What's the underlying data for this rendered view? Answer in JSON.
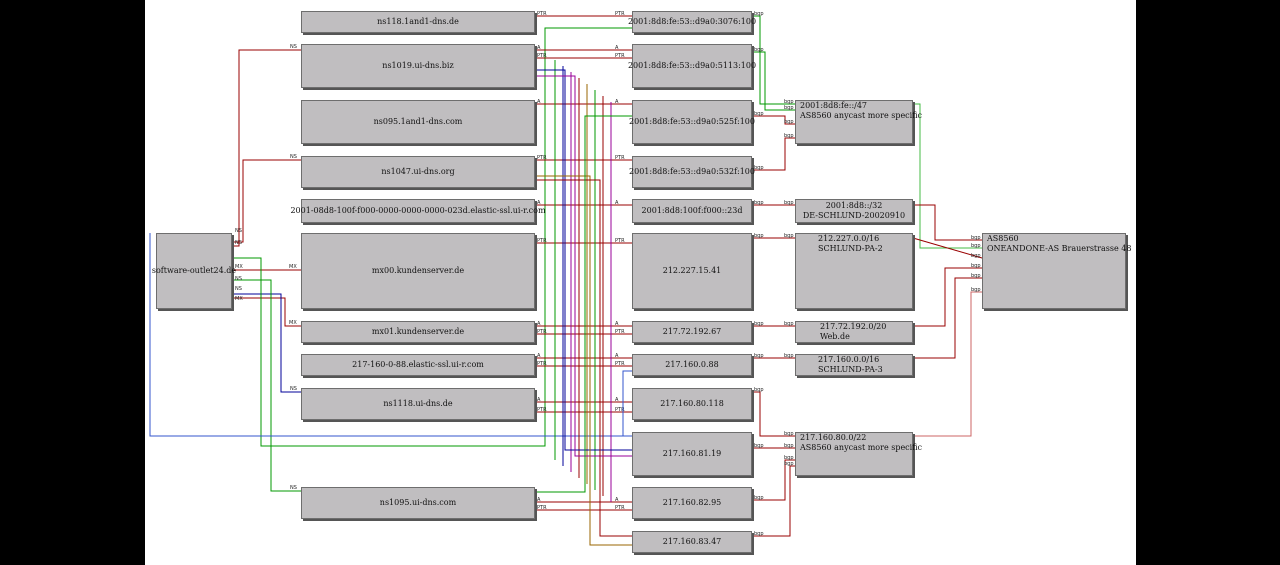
{
  "nodes": {
    "software_outlet": "software-outlet24.de",
    "ns118": "ns118.1and1-dns.de",
    "ns1019": "ns1019.ui-dns.biz",
    "ns095": "ns095.1and1-dns.com",
    "ns1047": "ns1047.ui-dns.org",
    "v6_elastic": "2001-08d8-100f-f000-0000-0000-0000-023d.elastic-ssl.ui-r.com",
    "mx00": "mx00.kundenserver.de",
    "mx01": "mx01.kundenserver.de",
    "elastic88": "217-160-0-88.elastic-ssl.ui-r.com",
    "ns1118": "ns1118.ui-dns.de",
    "ns1095": "ns1095.ui-dns.com",
    "ip6_3076": "2001:8d8:fe:53::d9a0:3076:100",
    "ip6_5113": "2001:8d8:fe:53::d9a0:5113:100",
    "ip6_525f": "2001:8d8:fe:53::d9a0:525f:100",
    "ip6_532f": "2001:8d8:fe:53::d9a0:532f:100",
    "ip6_23d": "2001:8d8:100f:f000::23d",
    "ip_215_41": "212.227.15.41",
    "ip_192_67": "217.72.192.67",
    "ip_0_88": "217.160.0.88",
    "ip_80_118": "217.160.80.118",
    "ip_81_19": "217.160.81.19",
    "ip_82_95": "217.160.82.95",
    "ip_83_47": "217.160.83.47",
    "pfx_v6_47_1": "2001:8d8:fe::/47",
    "pfx_v6_47_2": "AS8560 anycast more specific",
    "pfx_v6_32_1": "2001:8d8::/32",
    "pfx_v6_32_2": "DE-SCHLUND-20020910",
    "pfx_212_1": "212.227.0.0/16",
    "pfx_212_2": "SCHLUND-PA-2",
    "pfx_217_72_1": "217.72.192.0/20",
    "pfx_217_72_2": "Web.de",
    "pfx_217_160_1": "217.160.0.0/16",
    "pfx_217_160_2": "SCHLUND-PA-3",
    "pfx_80_22_1": "217.160.80.0/22",
    "pfx_80_22_2": "AS8560 anycast more specific",
    "as_1": "AS8560",
    "as_2": "ONEANDONE-AS Brauerstrasse 48"
  },
  "edge_labels": {
    "ns": "NS",
    "mx": "MX",
    "a": "A",
    "aaaa": "A",
    "ptr": "PTR",
    "bgp": "bgp"
  },
  "colors": {
    "ns_red": "#990000",
    "ns_green": "#009900",
    "ns_blue": "#000099",
    "ns_purple": "#990099",
    "ns_olive": "#996600",
    "link_blue": "#3355cc",
    "link_pink": "#cc6666",
    "link_lightgreen": "#44bb44"
  }
}
